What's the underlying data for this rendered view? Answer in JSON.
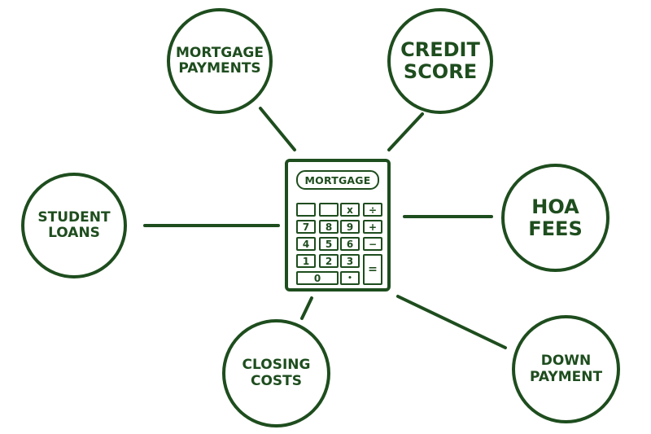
{
  "diagram": {
    "center": {
      "display_label": "MORTGAGE",
      "keys": {
        "blank1": "",
        "blank2": "",
        "multiply": "x",
        "divide": "÷",
        "k7": "7",
        "k8": "8",
        "k9": "9",
        "plus": "+",
        "k4": "4",
        "k5": "5",
        "k6": "6",
        "minus": "−",
        "k1": "1",
        "k2": "2",
        "k3": "3",
        "equals": "=",
        "k0": "0",
        "dot": "•"
      }
    },
    "nodes": {
      "mortgage_payments": {
        "line1": "MORTGAGE",
        "line2": "PAYMENTS"
      },
      "credit_score": {
        "line1": "CREDIT",
        "line2": "SCORE"
      },
      "student_loans": {
        "line1": "STUDENT",
        "line2": "LOANS"
      },
      "hoa_fees": {
        "line1": "HOA",
        "line2": "FEES"
      },
      "closing_costs": {
        "line1": "CLOSING",
        "line2": "COSTS"
      },
      "down_payment": {
        "line1": "DOWN",
        "line2": "PAYMENT"
      }
    },
    "colors": {
      "accent": "#1e4d1e",
      "background": "#ffffff"
    }
  }
}
